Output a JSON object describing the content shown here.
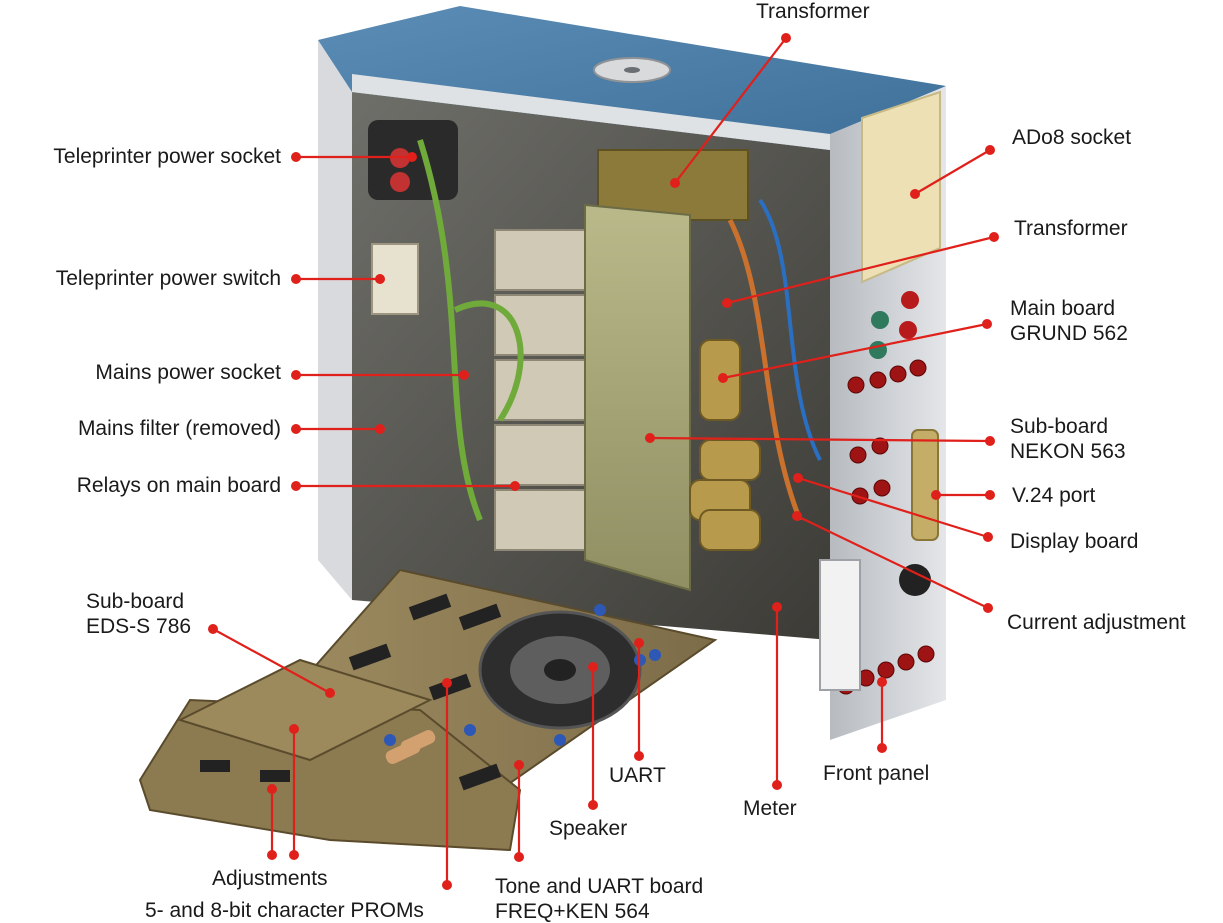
{
  "colors": {
    "leader": "#e0201a",
    "case_aluminium": "#cdd0d4",
    "lid_blue": "#4d7fa8",
    "board_green": "#a7ad78",
    "pcb": "#8b7a55"
  },
  "labels": {
    "transformer_top": "Transformer",
    "teleprinter_power_socket": "Teleprinter power socket",
    "ado8_socket": "ADo8 socket",
    "transformer_right": "Transformer",
    "teleprinter_power_switch": "Teleprinter power switch",
    "main_board_line1": "Main board",
    "main_board_line2": "GRUND 562",
    "mains_power_socket": "Mains power socket",
    "mains_filter": "Mains filter (removed)",
    "sub_board_nekon_line1": "Sub-board",
    "sub_board_nekon_line2": "NEKON 563",
    "relays": "Relays on main board",
    "v24_port": "V.24 port",
    "display_board": "Display board",
    "sub_board_eds_line1": "Sub-board",
    "sub_board_eds_line2": "EDS-S 786",
    "current_adjustment": "Current adjustment",
    "front_panel": "Front panel",
    "uart": "UART",
    "meter": "Meter",
    "speaker": "Speaker",
    "adjustments": "Adjustments",
    "tone_uart_line1": "Tone and UART board",
    "tone_uart_line2": "FREQ+KEN 564",
    "proms": "5- and 8-bit character PROMs"
  }
}
